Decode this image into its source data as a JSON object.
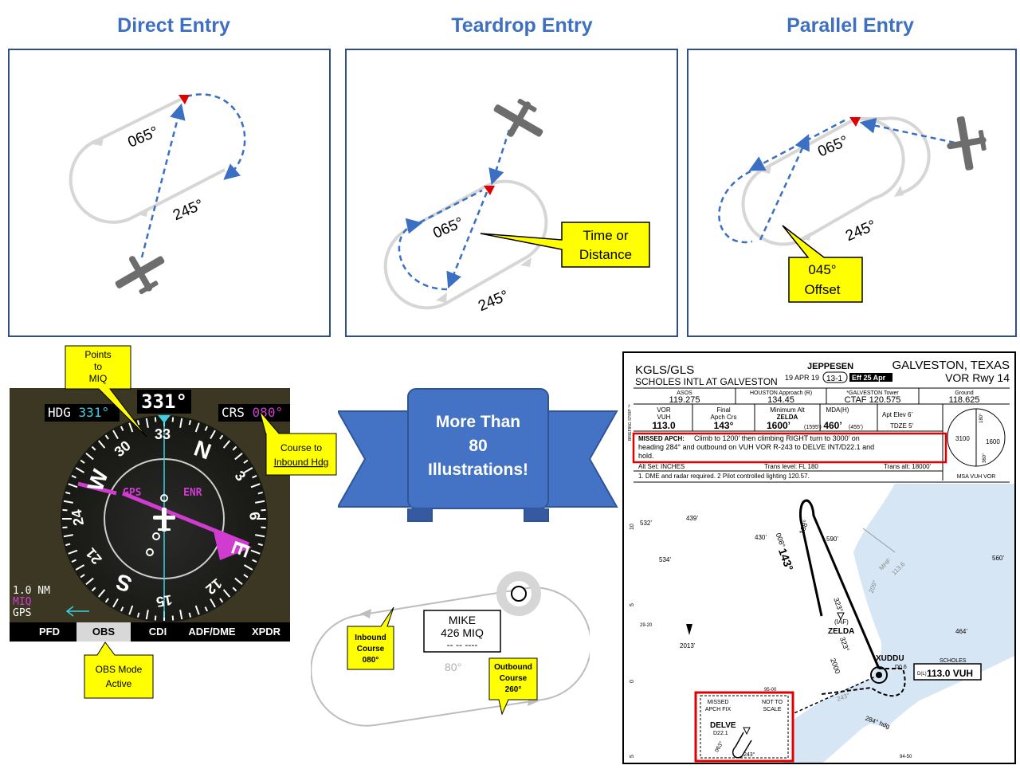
{
  "titles": {
    "direct": "Direct Entry",
    "teardrop": "Teardrop Entry",
    "parallel": "Parallel Entry"
  },
  "holding_labels": {
    "deg065": "065°",
    "deg245": "245°"
  },
  "callouts": {
    "time_distance": [
      "Time or",
      "Distance"
    ],
    "offset": [
      "045°",
      "Offset"
    ],
    "points_to": [
      "Points",
      "to",
      "MIQ"
    ],
    "course_to": [
      "Course to",
      "Inbound Hdg"
    ],
    "obs_active": [
      "OBS Mode",
      "Active"
    ],
    "inbound": [
      "Inbound",
      "Course",
      "080°"
    ],
    "outbound": [
      "Outbound",
      "Course",
      "260°"
    ]
  },
  "pfd": {
    "heading_box": "331°",
    "hdg_label": "HDG",
    "hdg_value": "331°",
    "crs_label": "CRS",
    "crs_value": "080°",
    "lubber": "33",
    "gps": "GPS",
    "enr": "ENR",
    "scale": "1.0 NM",
    "wpt": "MIQ",
    "src": "GPS",
    "cards": [
      "N",
      "3",
      "6",
      "E",
      "12",
      "15",
      "S",
      "21",
      "24",
      "W",
      "30",
      "33"
    ],
    "softkeys": [
      "PFD",
      "OBS",
      "CDI",
      "ADF/DME",
      "XPDR"
    ]
  },
  "banner": {
    "line1": "More Than",
    "line2": "80",
    "line3": "Illustrations!"
  },
  "hold_diagram": {
    "fix_name": "MIKE",
    "fix_freq": "426 MIQ",
    "fix_morse": "-- -- ----",
    "course": "80°"
  },
  "chart": {
    "id": "KGLS/GLS",
    "airport": "SCHOLES INTL AT GALVESTON",
    "brand": "JEPPESEN",
    "date": "19 APR 19",
    "page": "13-1",
    "eff": "Eff 25 Apr",
    "city": "GALVESTON, TEXAS",
    "approach": "VOR Rwy 14",
    "freqs": [
      {
        "label": "ASOS",
        "value": "119.275"
      },
      {
        "label": "HOUSTON Approach (R)",
        "value": "134.45"
      },
      {
        "label": "*GALVESTON Tower",
        "value": "CTAF 120.575"
      },
      {
        "label": "Ground",
        "value": "118.625"
      }
    ],
    "briefing_side": "BRIEFING STRIP ™",
    "vor_label": "VOR",
    "vor_id": "VUH",
    "vor_freq": "113.0",
    "final_label": "Final",
    "final_sub": "Apch Crs",
    "final_value": "143°",
    "min_alt_label": "Minimum Alt",
    "min_alt_fix": "ZELDA",
    "min_alt_value": "1600’",
    "min_alt_sub": "(1595’)",
    "mda_label": "MDA(H)",
    "mda_value": "460’",
    "mda_sub": "(455’)",
    "apt_elev": "Apt Elev  6’",
    "tdze": "TDZE  5’",
    "missed_label": "MISSED APCH:",
    "missed_text1": "Climb to 1200’ then climbing RIGHT turn to 3000’ on",
    "missed_text2": "heading 284° and outbound on VUH VOR R-243 to DELVE INT/D22.1 and",
    "missed_text3": "hold.",
    "alt_set": "Alt Set: INCHES",
    "trans_level": "Trans level: FL 180",
    "trans_alt": "Trans alt: 18000’",
    "notes": "1. DME and radar required. 2 Pilot controlled lighting 120.57.",
    "msa": "MSA VUH VOR",
    "msa_180": "180°",
    "msa_360": "360°",
    "msa_3100": "3100",
    "msa_1600": "1600",
    "obstacles": [
      "532’",
      "439’",
      "534’",
      "430’",
      "590’",
      "560’",
      "464’",
      "2013’"
    ],
    "courses": [
      "188°",
      "008°",
      "143°",
      "323°",
      "209°",
      "323°",
      "113.6",
      "MHF"
    ],
    "iaf": "(IAF)",
    "zelda": "ZELDA",
    "xuddu": "XUDDU",
    "d06": "D0.6",
    "scholes": "SCHOLES",
    "vuh": "113.0 VUH",
    "dist": "2000",
    "d10": "D(L)",
    "r243": "243°",
    "hdg284": "284° hdg",
    "missed_fix": "MISSED",
    "missed_fix2": "APCH FIX",
    "not_to": "NOT TO",
    "scale": "SCALE",
    "delve": "DELVE",
    "delve_d": "D22.1",
    "inbound_063": "063°",
    "outbound_243": "243°",
    "lat_9500": "95-00",
    "lat_2920": "29-20",
    "lat_9450": "94-50",
    "ticks": [
      "10",
      "5",
      "0",
      "5"
    ]
  },
  "colors": {
    "title_blue": "#3d6fc2",
    "callout_yellow": "#ffff00",
    "banner_blue": "#4472c4",
    "magenta": "#d03cd0",
    "cyan": "#3cd0e0",
    "red_box": "#e00000",
    "map_water": "#d6e6f4"
  }
}
